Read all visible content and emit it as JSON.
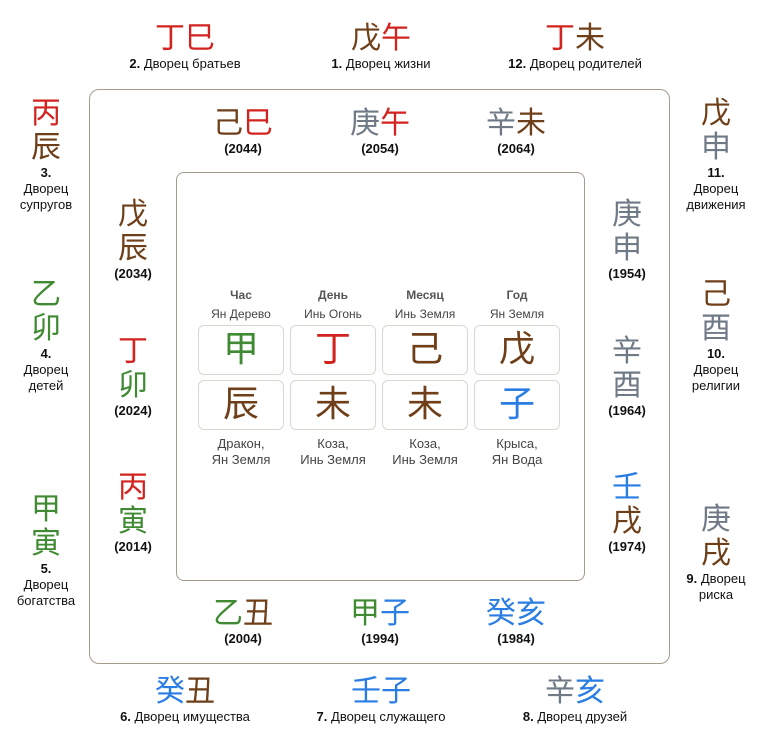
{
  "palaces": {
    "p1": {
      "h": "戊",
      "b": "午",
      "num": "1.",
      "name": "Дворец жизни"
    },
    "p2": {
      "h": "丁",
      "b": "巳",
      "num": "2.",
      "name": "Дворец братьев"
    },
    "p3": {
      "h": "丙",
      "b": "辰",
      "num": "3.",
      "name1": "Дворец",
      "name2": "супругов"
    },
    "p4": {
      "h": "乙",
      "b": "卯",
      "num": "4.",
      "name1": "Дворец",
      "name2": "детей"
    },
    "p5": {
      "h": "甲",
      "b": "寅",
      "num": "5.",
      "name1": "Дворец",
      "name2": "богатства"
    },
    "p6": {
      "h": "癸",
      "b": "丑",
      "num": "6.",
      "name": "Дворец имущества"
    },
    "p7": {
      "h": "壬",
      "b": "子",
      "num": "7.",
      "name": "Дворец служащего"
    },
    "p8": {
      "h": "辛",
      "b": "亥",
      "num": "8.",
      "name": "Дворец друзей"
    },
    "p9": {
      "h": "庚",
      "b": "戌",
      "num": "9.",
      "name1": "Дворец",
      "name2": "риска"
    },
    "p10": {
      "h": "己",
      "b": "酉",
      "num": "10.",
      "name1": "Дворец",
      "name2": "религии"
    },
    "p11": {
      "h": "戊",
      "b": "申",
      "num": "11.",
      "name1": "Дворец",
      "name2": "движения"
    },
    "p12": {
      "h": "丁",
      "b": "未",
      "num": "12.",
      "name": "Дворец родителей"
    }
  },
  "decades": [
    {
      "h": "己",
      "b": "巳",
      "year": "(2044)"
    },
    {
      "h": "庚",
      "b": "午",
      "year": "(2054)"
    },
    {
      "h": "辛",
      "b": "未",
      "year": "(2064)"
    },
    {
      "h": "庚",
      "b": "申",
      "year": "(1954)"
    },
    {
      "h": "辛",
      "b": "酉",
      "year": "(1964)"
    },
    {
      "h": "壬",
      "b": "戌",
      "year": "(1974)"
    },
    {
      "h": "癸",
      "b": "亥",
      "year": "(1984)"
    },
    {
      "h": "甲",
      "b": "子",
      "year": "(1994)"
    },
    {
      "h": "乙",
      "b": "丑",
      "year": "(2004)"
    },
    {
      "h": "丙",
      "b": "寅",
      "year": "(2014)"
    },
    {
      "h": "丁",
      "b": "卯",
      "year": "(2024)"
    },
    {
      "h": "戊",
      "b": "辰",
      "year": "(2034)"
    }
  ],
  "chart": {
    "columns": [
      {
        "header": "Час",
        "stem_desc": "Ян Дерево",
        "stem": "甲",
        "branch": "辰",
        "branch_desc1": "Дракон,",
        "branch_desc2": "Ян Земля"
      },
      {
        "header": "День",
        "stem_desc": "Инь Огонь",
        "stem": "丁",
        "branch": "未",
        "branch_desc1": "Коза,",
        "branch_desc2": "Инь Земля"
      },
      {
        "header": "Месяц",
        "stem_desc": "Инь Земля",
        "stem": "己",
        "branch": "未",
        "branch_desc1": "Коза,",
        "branch_desc2": "Инь Земля"
      },
      {
        "header": "Год",
        "stem_desc": "Ян Земля",
        "stem": "戊",
        "branch": "子",
        "branch_desc1": "Крыса,",
        "branch_desc2": "Ян Вода"
      }
    ]
  },
  "colors": {
    "fire": "#d2231f",
    "earth": "#6e3f18",
    "wood": "#3f8a32",
    "metal": "#6f7a86",
    "water": "#2a7de3"
  }
}
